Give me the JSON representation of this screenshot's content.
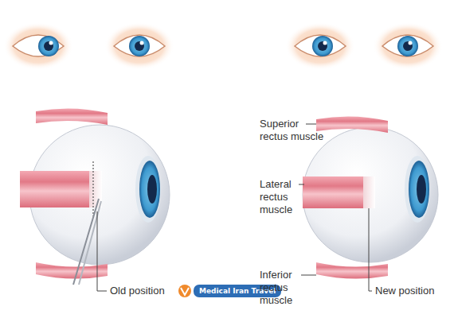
{
  "diagram": {
    "labels": [
      "Superior rectus muscle",
      "Lateral rectus muscle",
      "Old position",
      "Medical Iran Travel",
      "Inferior rectus muscle",
      "New position"
    ]
  }
}
